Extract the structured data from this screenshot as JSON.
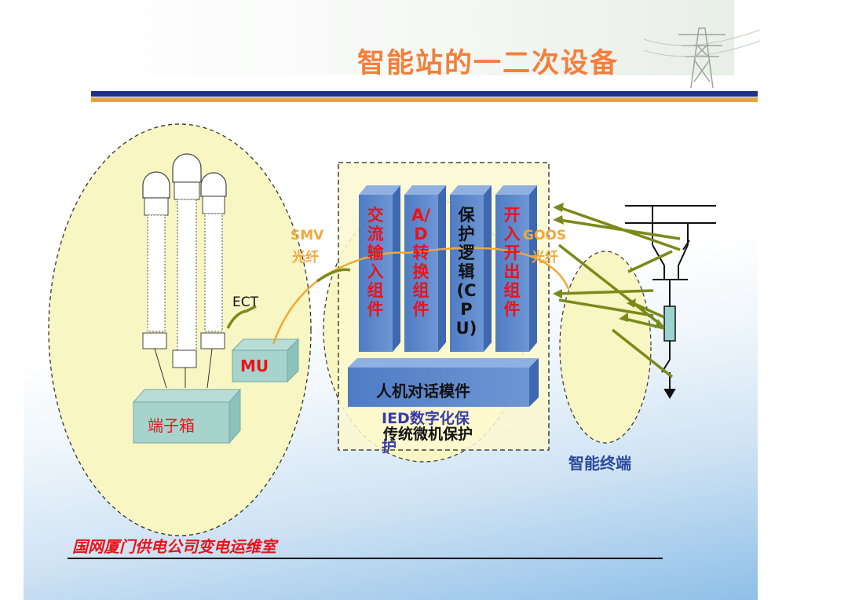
{
  "title": "智能站的一二次设备",
  "labels": {
    "ect": "ECT",
    "smv_line1": "SMV",
    "smv_line2": "光纤",
    "goos_line1": "GOOS",
    "goos_line2": "光纤",
    "mu": "MU",
    "terminal_box": "端子箱",
    "module_ac_input": "交流输入组件",
    "module_ad": "A/D转换组件",
    "module_cpu": "保护逻辑(CPU)",
    "module_io": "开入开出组件",
    "hmi": "人机对话模件",
    "ied_line1": "IED数字化保",
    "ied_line2": "护",
    "traditional": "传统微机保护",
    "smart_terminal": "智能终端"
  },
  "footer": "国网厦门供电公司变电运维室",
  "colors": {
    "title": "#f37f3a",
    "module_blue": "#5b85c8",
    "label_red": "#e8141a",
    "fiber_orange": "#f0a83a",
    "fiber_green": "#7a8a1a",
    "ellipse_fill": "#f8f6c2",
    "ied_text": "#3a3aa8"
  }
}
